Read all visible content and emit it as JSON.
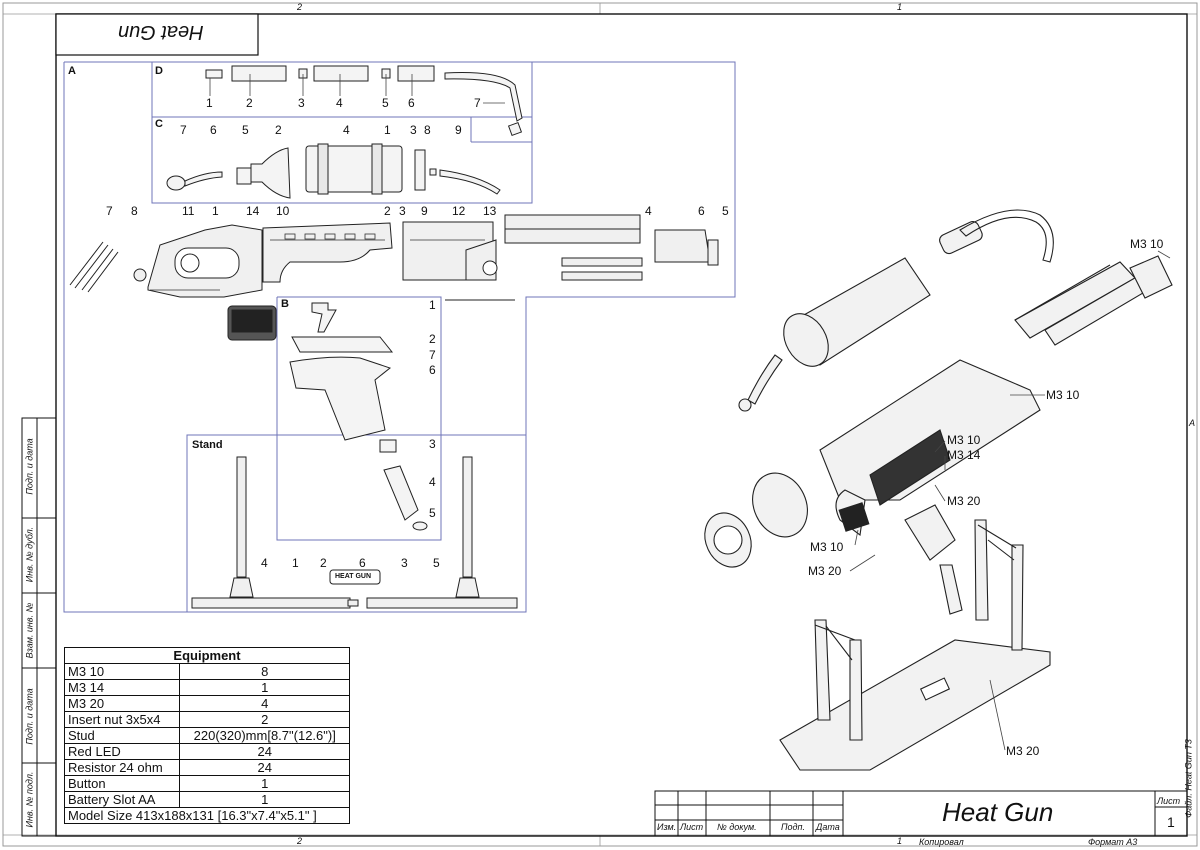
{
  "sheet": {
    "border_top_numbers": [
      "2",
      "1"
    ],
    "border_bottom_numbers": [
      "2",
      "1"
    ],
    "right_zone_letter": "A",
    "title_stamp": "Heat Gun",
    "file_label": "Файл: Heat Gun T3"
  },
  "side_stamp": [
    "Подп. и дата",
    "Инв. № дубл.",
    "Взам. инв. №",
    "Подп. и дата",
    "Инв. № подл."
  ],
  "views": {
    "A": "A",
    "B": "B",
    "C": "C",
    "D": "D",
    "stand": "Stand"
  },
  "callouts": {
    "D": [
      "1",
      "2",
      "3",
      "4",
      "5",
      "6",
      "7"
    ],
    "C": [
      "7",
      "6",
      "5",
      "2",
      "4",
      "1",
      "3",
      "8",
      "9"
    ],
    "A": [
      "7",
      "8",
      "11",
      "1",
      "14",
      "10",
      "2",
      "3",
      "9",
      "12",
      "13",
      "4",
      "6",
      "5"
    ],
    "B": [
      "1",
      "2",
      "7",
      "6",
      "3",
      "4",
      "5"
    ],
    "stand": [
      "4",
      "1",
      "2",
      "6",
      "3",
      "5"
    ]
  },
  "nameplate": "HEAT GUN",
  "iso_labels": [
    "M3 10",
    "M3 10",
    "M3 10",
    "M3 14",
    "M3 20",
    "M3 10",
    "M3 20",
    "M3 20"
  ],
  "equipment": {
    "title": "Equipment",
    "rows": [
      {
        "item": "M3 10",
        "qty": "8"
      },
      {
        "item": "M3 14",
        "qty": "1"
      },
      {
        "item": "M3 20",
        "qty": "4"
      },
      {
        "item": "Insert nut 3x5x4",
        "qty": "2"
      },
      {
        "item": "Stud",
        "qty": "220(320)mm[8.7\"(12.6\")]"
      },
      {
        "item": "Red LED",
        "qty": "24"
      },
      {
        "item": "Resistor 24 ohm",
        "qty": "24"
      },
      {
        "item": "Button",
        "qty": "1"
      },
      {
        "item": "Battery Slot AA",
        "qty": "1"
      },
      {
        "item": "Model Size 413x188x131 [16.3\"x7.4\"x5.1\" ]",
        "qty": ""
      }
    ]
  },
  "title_block": {
    "name": "Heat Gun",
    "sheet_label": "Лист",
    "sheet_number": "1",
    "columns": [
      "Изм.",
      "Лист",
      "№ докум.",
      "Подп.",
      "Дата"
    ],
    "copied": "Копировал",
    "format": "Формат A3",
    "bottom_number": "1"
  }
}
